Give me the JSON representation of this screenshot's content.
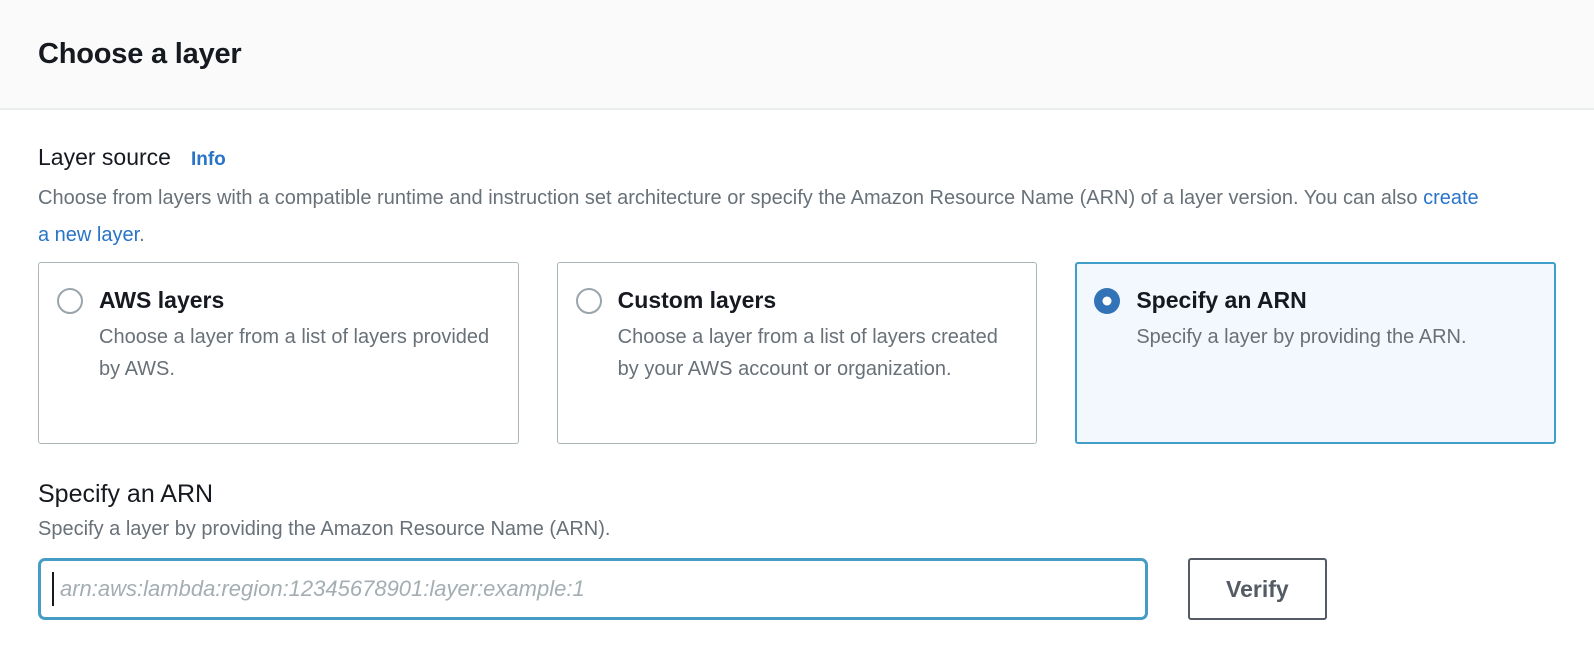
{
  "header": {
    "title": "Choose a layer"
  },
  "layer_source": {
    "label": "Layer source",
    "info_link": "Info",
    "description_part1": "Choose from layers with a compatible runtime and instruction set architecture or specify the Amazon Resource Name (ARN) of a layer version. You can also ",
    "description_link": "create a new layer",
    "description_part2": ".",
    "options": [
      {
        "title": "AWS layers",
        "description": "Choose a layer from a list of layers provided by AWS.",
        "selected": false
      },
      {
        "title": "Custom layers",
        "description": "Choose a layer from a list of layers created by your AWS account or organization.",
        "selected": false
      },
      {
        "title": "Specify an ARN",
        "description": "Specify a layer by providing the ARN.",
        "selected": true
      }
    ]
  },
  "arn_section": {
    "title": "Specify an ARN",
    "description": "Specify a layer by providing the Amazon Resource Name (ARN).",
    "input_value": "",
    "input_placeholder": "arn:aws:lambda:region:12345678901:layer:example:1",
    "verify_button_label": "Verify"
  },
  "colors": {
    "accent_border_blue": "#3f9fc9",
    "selected_card_bg": "#f2f8fd",
    "radio_selected_blue": "#3273b8",
    "link_blue": "#2874c8",
    "text_dark": "#16191f",
    "text_gray": "#687078",
    "button_gray": "#545b64"
  }
}
